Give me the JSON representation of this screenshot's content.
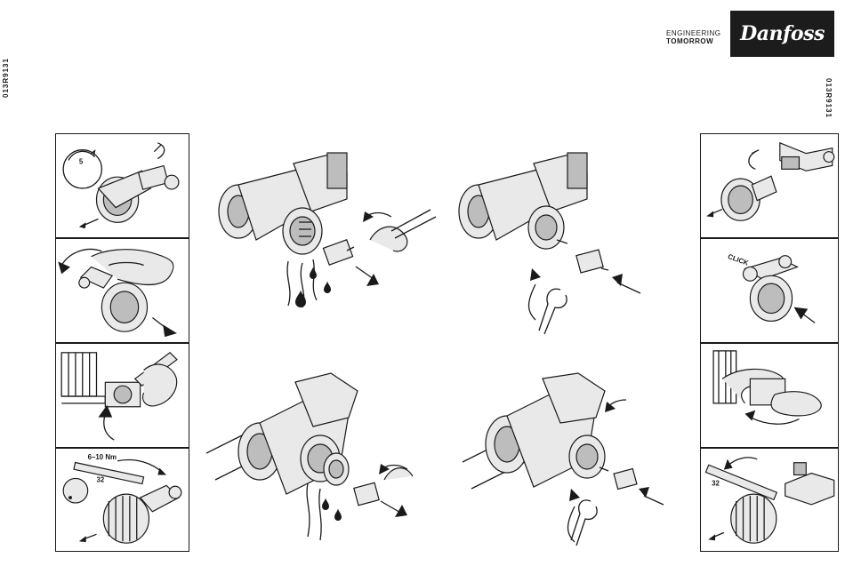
{
  "doc": {
    "code": "013R9131",
    "tagline_line1": "ENGINEERING",
    "tagline_line2": "TOMORROW",
    "brand": "Danfoss"
  },
  "labels": {
    "click": "CLICK",
    "torque": "6–10 Nm",
    "wrench_size_left": "32",
    "wrench_size_right": "32",
    "dial_number": "5"
  }
}
